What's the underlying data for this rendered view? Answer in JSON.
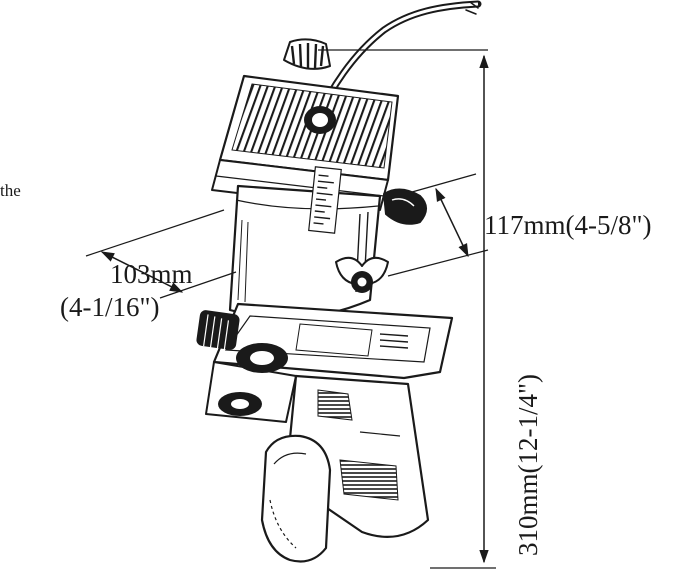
{
  "fragment_text": "the",
  "dimensions": {
    "height": "310mm(12-1/4\")",
    "width": "117mm(4-5/8\")",
    "depth_mm": "103mm",
    "depth_in": "(4-1/16\")"
  },
  "colors": {
    "ink": "#1a1a1a",
    "paper": "#ffffff"
  }
}
